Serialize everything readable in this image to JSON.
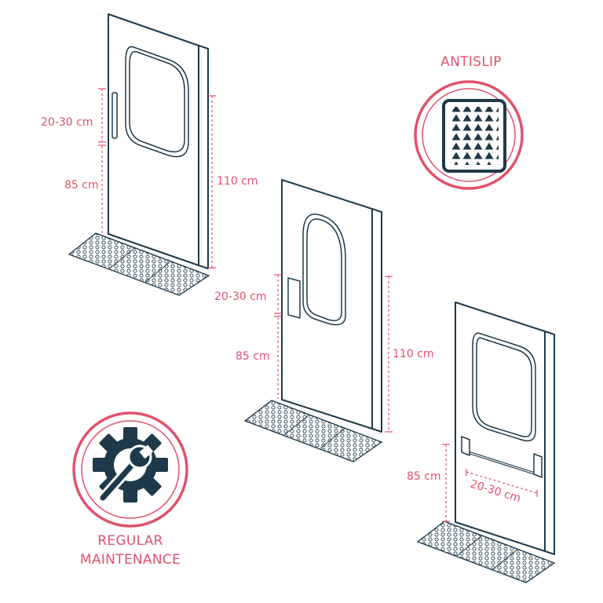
{
  "doors": [
    {
      "handle_height": "20-30 cm",
      "height_label": "85 cm",
      "total_height": "110 cm"
    },
    {
      "handle_height": "20-30 cm",
      "height_label": "85 cm",
      "total_height": "110 cm"
    },
    {
      "height_label": "85 cm",
      "bar_width": "20-30 cm"
    }
  ],
  "badges": {
    "antislip": {
      "title": "ANTISLIP",
      "icon": "antislip-mat-icon"
    },
    "maintenance": {
      "line1": "REGULAR",
      "line2": "MAINTENANCE",
      "icon": "gear-wrench-icon"
    }
  },
  "colors": {
    "accent": "#e0526b",
    "ink": "#1e3a4a"
  }
}
